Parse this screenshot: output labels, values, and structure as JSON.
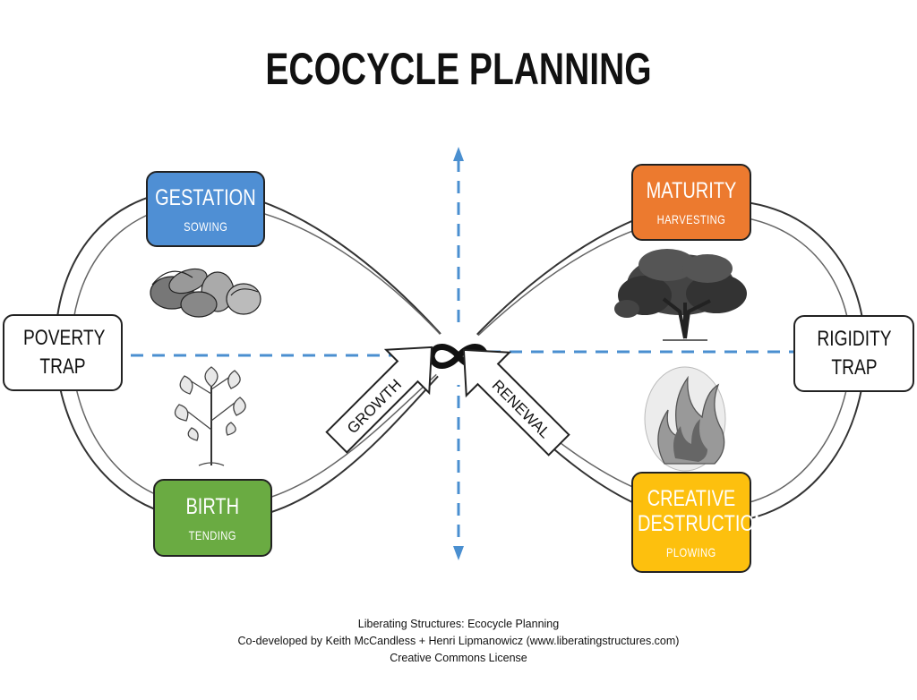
{
  "title": "ECOCYCLE PLANNING",
  "stages": {
    "gestation": {
      "label": "GESTATION",
      "sub": "SOWING",
      "color": "#4f8fd4"
    },
    "birth": {
      "label": "BIRTH",
      "sub": "TENDING",
      "color": "#6aab42"
    },
    "maturity": {
      "label": "MATURITY",
      "sub": "HARVESTING",
      "color": "#ec7a2f"
    },
    "creative_destruction": {
      "label": "CREATIVE DESTRUCTION",
      "sub": "PLOWING",
      "color": "#fdc00e"
    }
  },
  "traps": {
    "poverty": "POVERTY TRAP",
    "rigidity": "RIGIDITY TRAP"
  },
  "arrows": {
    "growth": "GROWTH",
    "renewal": "RENEWAL"
  },
  "axis_color": "#4a8fd0",
  "footer": {
    "line1": "Liberating Structures: Ecocycle Planning",
    "line2": "Co-developed by Keith McCandless + Henri Lipmanowicz (www.liberatingstructures.com)",
    "line3": "Creative Commons License"
  }
}
